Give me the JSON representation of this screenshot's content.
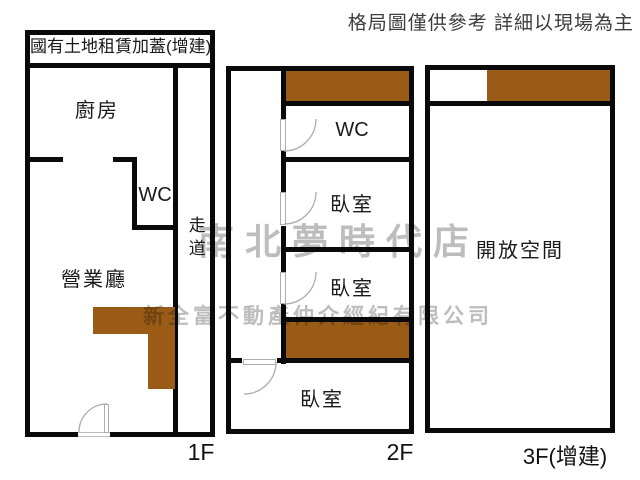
{
  "disclaimer": "格局圖僅供參考 詳細以現場為主",
  "watermarks": {
    "store_name": "南北夢時代店",
    "company_name": "新全富不動產仲介經紀有限公司"
  },
  "colors": {
    "wall": "#0a0a0a",
    "stairs": "#9a5b16",
    "watermark": "#bdbdbd",
    "disclaimer-text": "#3d3d3d",
    "door": "#adadad"
  },
  "floors": {
    "f1": {
      "label": "1F",
      "annex_note": "國有土地租賃加蓋(增建)",
      "kitchen": "廚房",
      "wc": "WC",
      "corridor": "走道",
      "business_hall": "營業廳"
    },
    "f2": {
      "label": "2F",
      "wc": "WC",
      "bedroom_top": "臥室",
      "bedroom_middle": "臥室",
      "bedroom_bottom": "臥室"
    },
    "f3": {
      "label": "3F(增建)",
      "open_space": "開放空間"
    }
  }
}
